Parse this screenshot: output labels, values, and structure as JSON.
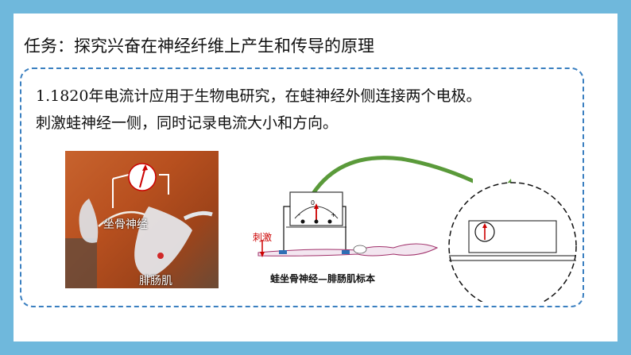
{
  "slide": {
    "title": "任务：探究兴奋在神经纤维上产生和传导的原理",
    "paragraph_line1": "1.1820年电流计应用于生物电研究，在蛙神经外侧连接两个电极。",
    "paragraph_line2": "刺激蛙神经一侧，同时记录电流大小和方向。"
  },
  "photo": {
    "label_nerve": "坐骨神经",
    "label_muscle": "腓肠肌"
  },
  "diagram": {
    "stimulus_label": "刺激",
    "meter_zero": "0",
    "meter_minus": "-",
    "meter_plus": "+",
    "caption": "蛙坐骨神经—腓肠肌标本"
  },
  "colors": {
    "border": "#6fb8dc",
    "card_border": "#3a7fc0",
    "arrow": "#5a9a3a",
    "needle": "#cc0000"
  }
}
